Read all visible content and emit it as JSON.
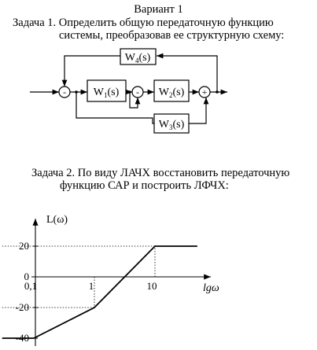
{
  "header": {
    "variant": "Вариант 1"
  },
  "task1": {
    "line1": "Задача 1. Определить общую  передаточную  функцию",
    "line2": "системы, преобразовав ее структурную схему:",
    "blocks": [
      {
        "id": "w4",
        "main": "W",
        "sub": "4",
        "tail": "(s)"
      },
      {
        "id": "w1",
        "main": "W",
        "sub": "1",
        "tail": "(s)"
      },
      {
        "id": "w2",
        "main": "W",
        "sub": "2",
        "tail": "(s)"
      },
      {
        "id": "w3",
        "main": "W",
        "sub": "3",
        "tail": "(s)"
      }
    ],
    "summing_signs": {
      "s1": "-",
      "s2": "-",
      "s3": "+"
    }
  },
  "task2": {
    "line1": "Задача 2. По виду ЛАЧХ восстановить передаточную",
    "line2": "функцию САР и построить ЛФЧХ:"
  },
  "chart_data": {
    "type": "line",
    "ylabel": "L(ω)",
    "xlabel": "lgω",
    "x_tick_labels": [
      "0,1",
      "1",
      "10"
    ],
    "y_tick_labels": [
      "20",
      "0",
      "-20",
      "-40"
    ],
    "x_scale": "log",
    "series": [
      {
        "x": [
          0.03,
          0.1,
          1,
          10,
          50
        ],
        "y": [
          -40,
          -40,
          -20,
          20,
          20
        ]
      }
    ],
    "guides": [
      {
        "x": [
          1,
          1
        ],
        "y": [
          0,
          -20
        ]
      },
      {
        "x": [
          10,
          10
        ],
        "y": [
          0,
          20
        ]
      },
      {
        "x": [
          0.03,
          1
        ],
        "y": [
          -20,
          -20
        ]
      },
      {
        "x": [
          0.03,
          10
        ],
        "y": [
          20,
          20
        ]
      }
    ],
    "grid": false
  }
}
